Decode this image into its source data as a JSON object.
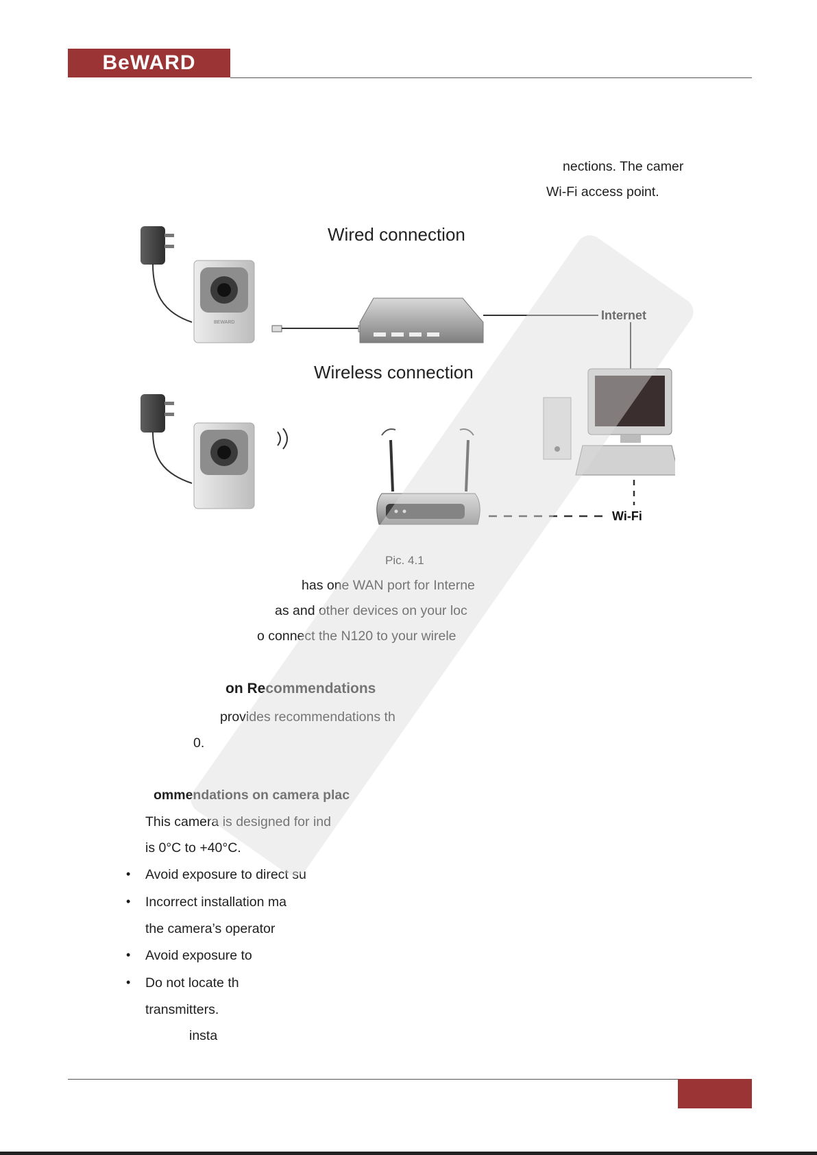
{
  "header": {
    "logo_text": "BeWARD"
  },
  "top_text": {
    "line1": "nections. The camer",
    "line2": "Wi-Fi access point."
  },
  "diagram": {
    "wired_label": "Wired connection",
    "wireless_label": "Wireless connection",
    "internet_label": "Internet",
    "wifi_label": "Wi-Fi",
    "camera_brand": "BEWARD"
  },
  "caption": "Pic. 4.1",
  "para1": {
    "line1": "has  one  WAN  port  for  Interne",
    "line2": "as and other devices on your loc",
    "line3": "o connect the N120 to your wirele"
  },
  "section": {
    "heading": "on Recommendations",
    "line1": "provides  recommendations  th",
    "line2": "0."
  },
  "subsection": {
    "heading": "ommendations on camera plac",
    "intro1": "This camera is designed for ind",
    "intro2": "is 0°C to +40°C.",
    "bullets": [
      {
        "line1": "Avoid exposure to direct su",
        "line2": ""
      },
      {
        "line1": "Incorrect  installation  ma",
        "line2": "the camera’s operator"
      },
      {
        "line1": "Avoid exposure to",
        "line2": ""
      },
      {
        "line1": "Do  not  locate  th",
        "line2": "transmitters."
      }
    ],
    "tail": "insta"
  },
  "colors": {
    "brand": "#9b3435"
  }
}
